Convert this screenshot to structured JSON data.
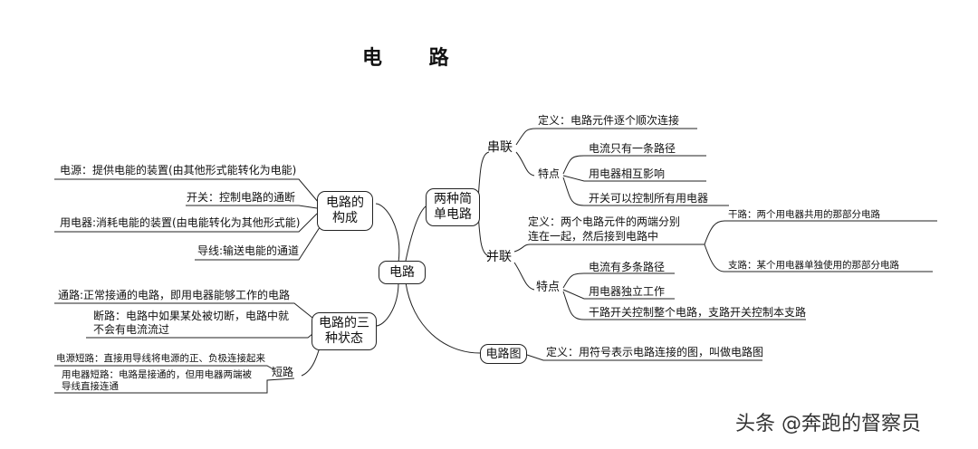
{
  "title": "电 路",
  "root": "电路",
  "branches": {
    "composition": {
      "label_l1": "电路的",
      "label_l2": "构成",
      "items": [
        "电源：提供电能的装置(由其他形式能转化为电能)",
        "开关：控制电路的通断",
        "用电器:消耗电能的装置(由电能转化为其他形式能)",
        "导线:输送电能的通道"
      ]
    },
    "states": {
      "label_l1": "电路的三",
      "label_l2": "种状态",
      "tonglu": "通路:正常接通的电路，即用电器能够工作的电路",
      "duanlu_l1": "断路：电路中如果某处被切断，电路中就",
      "duanlu_l2": "不会有电流流过",
      "short": {
        "label": "短路",
        "source": "电源短路：直接用导线将电源的正、负极连接起来",
        "device_l1": "用电器短路：电路是接通的，但用电器两端被",
        "device_l2": "导线直接连通"
      }
    },
    "simple": {
      "label_l1": "两种简",
      "label_l2": "单电路",
      "series": {
        "label": "串联",
        "definition": "定义：电路元件逐个顺次连接",
        "features_label": "特点",
        "features": [
          "电流只有一条路径",
          "用电器相互影响",
          "开关可以控制所有用电器"
        ]
      },
      "parallel": {
        "label": "并联",
        "definition_l1": "定义：两个电路元件的两端分别",
        "definition_l2": "连在一起，然后接到电路中",
        "trunk": "干路：两个用电器共用的那部分电路",
        "branch": "支路：某个用电器单独使用的那部分电路",
        "features_label": "特点",
        "features": [
          "电流有多条路径",
          "用电器独立工作",
          "干路开关控制整个电路，支路开关控制本支路"
        ]
      }
    },
    "diagram": {
      "label": "电路图",
      "definition": "定义：用符号表示电路连接的图，叫做电路图"
    }
  },
  "watermark": "头条 @奔跑的督察员"
}
